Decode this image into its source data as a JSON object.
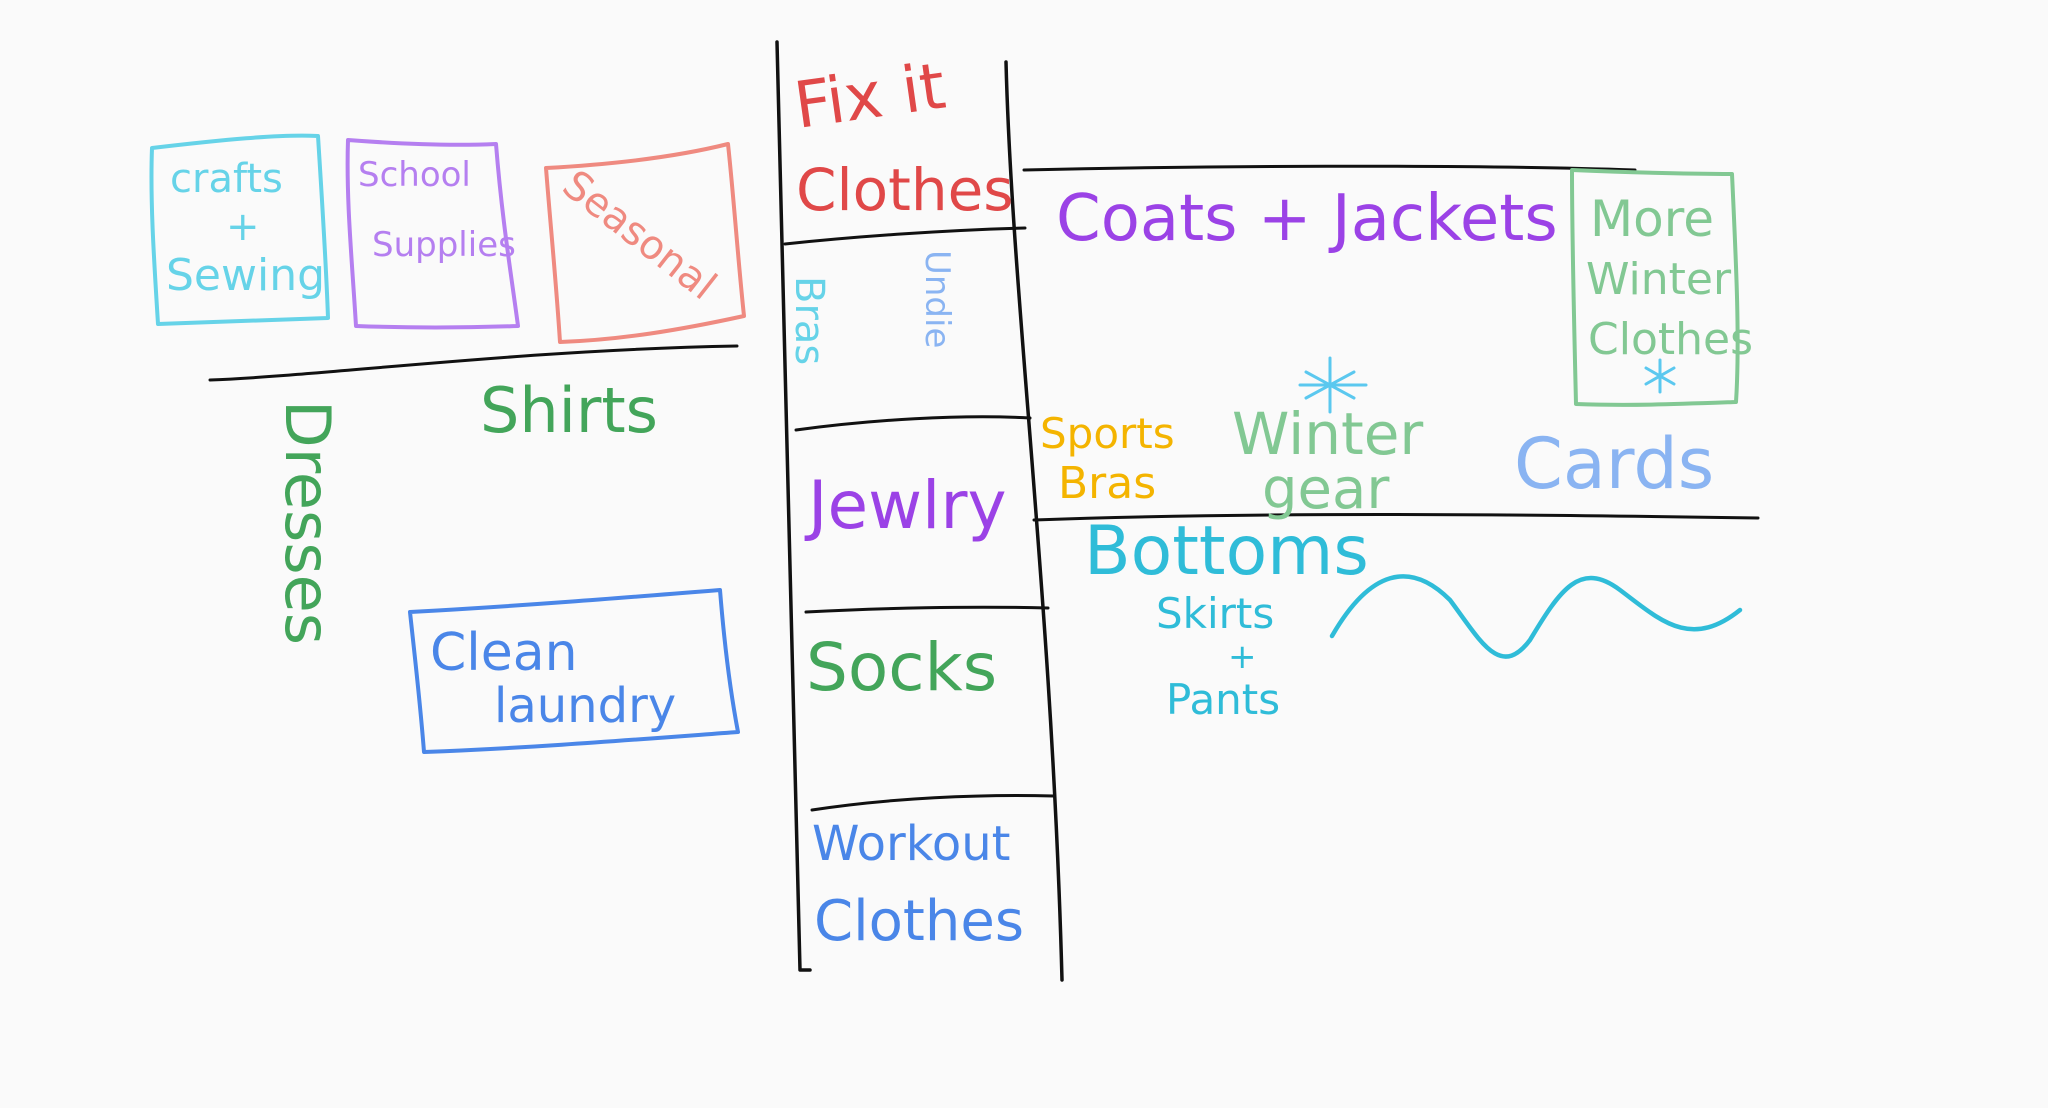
{
  "colors": {
    "ink": "#111111",
    "red": "#e04848",
    "purple": "#9b42e6",
    "violet": "#b57ff0",
    "cyan": "#66d3e8",
    "salmon": "#ef8a80",
    "green": "#43a55a",
    "mint": "#82c893",
    "blue": "#4a86e8",
    "lightblue": "#8ab4f2",
    "orange": "#f4b400",
    "teal": "#2fbcd8",
    "sky": "#5bc8ef"
  },
  "labels": {
    "crafts": "crafts",
    "crafts_plus": "+",
    "sewing": "Sewing",
    "school": "School",
    "supplies": "Supplies",
    "seasonal": "Seasonal",
    "shirts": "Shirts",
    "dresses": "Dresses",
    "clean": "Clean",
    "laundry": "laundry",
    "fixit": "Fix it",
    "fixit_clothes": "Clothes",
    "bras": "Bras",
    "undie": "Undie",
    "jewelry": "Jewlry",
    "socks": "Socks",
    "workout": "Workout",
    "workout_clothes": "Clothes",
    "coats": "Coats + Jackets",
    "more": "More",
    "more_winter": "Winter",
    "more_clothes": "Clothes",
    "sports": "Sports",
    "sports_bras": "Bras",
    "winter": "Winter",
    "gear": "gear",
    "cards": "Cards",
    "bottoms": "Bottoms",
    "skirts": "Skirts",
    "skirts_plus": "+",
    "pants": "Pants"
  }
}
